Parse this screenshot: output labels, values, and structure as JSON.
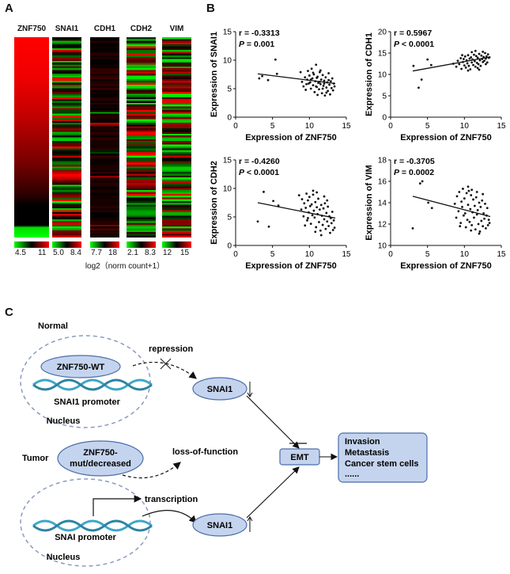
{
  "panels": {
    "a": "A",
    "b": "B",
    "c": "C"
  },
  "heatmap": {
    "columns": [
      {
        "name": "ZNF750",
        "min": "4.5",
        "max": "11"
      },
      {
        "name": "SNAI1",
        "min": "5.0",
        "max": "8.4"
      },
      {
        "name": "CDH1",
        "min": "7.7",
        "max": "18"
      },
      {
        "name": "CDH2",
        "min": "2.1",
        "max": "8.3"
      },
      {
        "name": "VIM",
        "min": "12",
        "max": "15"
      }
    ],
    "colorbar_label": "log2（norm count+1）",
    "colors": {
      "high": "#ff0000",
      "mid": "#000000",
      "low": "#00ff00"
    }
  },
  "chart_data": [
    {
      "type": "scatter",
      "xlabel": "Expression  of ZNF750",
      "ylabel": "Expression of SNAI1",
      "stat_r": "r = -0.3313",
      "stat_p_label": "P",
      "stat_p_value": " = 0.001",
      "xlim": [
        0,
        15
      ],
      "ylim": [
        0,
        15
      ],
      "xticks": [
        0,
        5,
        10,
        15
      ],
      "yticks": [
        0,
        5,
        10,
        15
      ],
      "fit": {
        "x": [
          3,
          13.5
        ],
        "y": [
          7.6,
          5.9
        ]
      },
      "points": [
        [
          3.2,
          6.8
        ],
        [
          3.6,
          7.2
        ],
        [
          4.4,
          6.5
        ],
        [
          5.4,
          10.1
        ],
        [
          5.6,
          7.6
        ],
        [
          8.8,
          7.9
        ],
        [
          9,
          6.2
        ],
        [
          9.2,
          5.4
        ],
        [
          9.4,
          7
        ],
        [
          9.5,
          4.8
        ],
        [
          9.7,
          6.6
        ],
        [
          9.8,
          8.1
        ],
        [
          9.9,
          5.9
        ],
        [
          10,
          7.3
        ],
        [
          10.1,
          6.1
        ],
        [
          10.2,
          5
        ],
        [
          10.3,
          8.5
        ],
        [
          10.4,
          6.8
        ],
        [
          10.5,
          5.6
        ],
        [
          10.6,
          7.5
        ],
        [
          10.7,
          4.4
        ],
        [
          10.8,
          6.3
        ],
        [
          10.9,
          9.2
        ],
        [
          11,
          5.3
        ],
        [
          11.1,
          7.1
        ],
        [
          11.2,
          6
        ],
        [
          11.3,
          4.9
        ],
        [
          11.4,
          7.9
        ],
        [
          11.5,
          5.8
        ],
        [
          11.6,
          6.6
        ],
        [
          11.7,
          4.2
        ],
        [
          11.8,
          7.4
        ],
        [
          11.9,
          5.5
        ],
        [
          12,
          6.4
        ],
        [
          12.1,
          3.8
        ],
        [
          12.2,
          7
        ],
        [
          12.3,
          5.2
        ],
        [
          12.4,
          6.1
        ],
        [
          12.5,
          4.6
        ],
        [
          12.6,
          7.7
        ],
        [
          12.7,
          5.7
        ],
        [
          12.8,
          4
        ],
        [
          12.9,
          6.3
        ],
        [
          13,
          5.1
        ],
        [
          13.1,
          6.8
        ],
        [
          13.2,
          4.7
        ],
        [
          13.3,
          5.9
        ],
        [
          10.5,
          7.8
        ],
        [
          11,
          6.9
        ],
        [
          11.5,
          8.2
        ],
        [
          12,
          5.9
        ],
        [
          9.6,
          5.8
        ],
        [
          10.9,
          5.4
        ],
        [
          11.4,
          6.2
        ],
        [
          12.3,
          4.3
        ],
        [
          10.2,
          6.6
        ],
        [
          11.1,
          3.9
        ],
        [
          11.8,
          5
        ],
        [
          12.6,
          6.5
        ],
        [
          13.4,
          5.4
        ]
      ]
    },
    {
      "type": "scatter",
      "xlabel": "Expression  of ZNF750",
      "ylabel": "Expression of CDH1",
      "stat_r": "r = 0.5967",
      "stat_p_label": "P",
      "stat_p_value": " < 0.0001",
      "xlim": [
        0,
        15
      ],
      "ylim": [
        0,
        20
      ],
      "xticks": [
        0,
        5,
        10,
        15
      ],
      "yticks": [
        0,
        5,
        10,
        15,
        20
      ],
      "fit": {
        "x": [
          3,
          13.5
        ],
        "y": [
          10.8,
          14.1
        ]
      },
      "points": [
        [
          3.1,
          12
        ],
        [
          3.8,
          6.9
        ],
        [
          4.2,
          8.8
        ],
        [
          5,
          13.5
        ],
        [
          5.5,
          12.2
        ],
        [
          8.5,
          12.5
        ],
        [
          8.9,
          11.8
        ],
        [
          9.1,
          13.2
        ],
        [
          9.3,
          12.4
        ],
        [
          9.5,
          13.8
        ],
        [
          9.6,
          11.3
        ],
        [
          9.8,
          12.9
        ],
        [
          9.9,
          13.6
        ],
        [
          10,
          12.1
        ],
        [
          10.1,
          14.2
        ],
        [
          10.2,
          11.6
        ],
        [
          10.3,
          13.3
        ],
        [
          10.4,
          12.6
        ],
        [
          10.5,
          14.5
        ],
        [
          10.6,
          12
        ],
        [
          10.7,
          13.7
        ],
        [
          10.8,
          11.2
        ],
        [
          10.9,
          14
        ],
        [
          11,
          12.8
        ],
        [
          11.1,
          13.5
        ],
        [
          11.2,
          12.2
        ],
        [
          11.3,
          14.6
        ],
        [
          11.4,
          13.1
        ],
        [
          11.5,
          11.8
        ],
        [
          11.6,
          14.3
        ],
        [
          11.7,
          12.7
        ],
        [
          11.8,
          13.9
        ],
        [
          11.9,
          12.4
        ],
        [
          12,
          14.8
        ],
        [
          12.1,
          13.3
        ],
        [
          12.2,
          12
        ],
        [
          12.3,
          14.4
        ],
        [
          12.4,
          13.6
        ],
        [
          12.5,
          12.9
        ],
        [
          12.6,
          14.1
        ],
        [
          12.7,
          13.2
        ],
        [
          12.8,
          15
        ],
        [
          12.9,
          13.7
        ],
        [
          13,
          14.2
        ],
        [
          13.1,
          12.8
        ],
        [
          13.2,
          14.7
        ],
        [
          13.3,
          13.9
        ],
        [
          11,
          15.2
        ],
        [
          11.5,
          15.5
        ],
        [
          12,
          11.1
        ],
        [
          10.5,
          10.9
        ],
        [
          12.5,
          15.3
        ],
        [
          9.7,
          14.5
        ],
        [
          11.8,
          11.5
        ],
        [
          12.9,
          12.4
        ],
        [
          13.4,
          14
        ]
      ]
    },
    {
      "type": "scatter",
      "xlabel": "Expression  of ZNF750",
      "ylabel": "Expression of CDH2",
      "stat_r": "r = -0.4260",
      "stat_p_label": "P",
      "stat_p_value": " < 0.0001",
      "xlim": [
        0,
        15
      ],
      "ylim": [
        0,
        15
      ],
      "xticks": [
        0,
        5,
        10,
        15
      ],
      "yticks": [
        0,
        5,
        10,
        15
      ],
      "fit": {
        "x": [
          3,
          13.5
        ],
        "y": [
          7.5,
          4.8
        ]
      },
      "points": [
        [
          3,
          4.2
        ],
        [
          3.8,
          9.4
        ],
        [
          4.5,
          3.3
        ],
        [
          5.1,
          7.8
        ],
        [
          5.8,
          7
        ],
        [
          8.6,
          8.8
        ],
        [
          8.9,
          6.3
        ],
        [
          9,
          8.1
        ],
        [
          9.2,
          5.1
        ],
        [
          9.3,
          7.4
        ],
        [
          9.5,
          6.6
        ],
        [
          9.6,
          9.1
        ],
        [
          9.7,
          4.4
        ],
        [
          9.8,
          7.9
        ],
        [
          9.9,
          5.8
        ],
        [
          10,
          8.5
        ],
        [
          10.1,
          6.9
        ],
        [
          10.2,
          3.8
        ],
        [
          10.3,
          7.2
        ],
        [
          10.4,
          5.3
        ],
        [
          10.5,
          8.9
        ],
        [
          10.6,
          6.1
        ],
        [
          10.7,
          4.9
        ],
        [
          10.8,
          7.6
        ],
        [
          10.9,
          3.2
        ],
        [
          11,
          6.7
        ],
        [
          11.1,
          5.5
        ],
        [
          11.2,
          8.2
        ],
        [
          11.3,
          4.1
        ],
        [
          11.4,
          6.3
        ],
        [
          11.5,
          2.6
        ],
        [
          11.6,
          7.1
        ],
        [
          11.7,
          5.2
        ],
        [
          11.8,
          3.6
        ],
        [
          11.9,
          6.5
        ],
        [
          12,
          4.6
        ],
        [
          12.1,
          7.4
        ],
        [
          12.2,
          2.9
        ],
        [
          12.3,
          5.7
        ],
        [
          12.4,
          4.2
        ],
        [
          12.5,
          6.8
        ],
        [
          12.6,
          3.4
        ],
        [
          12.7,
          5.1
        ],
        [
          12.8,
          2.2
        ],
        [
          12.9,
          4.8
        ],
        [
          13,
          3.9
        ],
        [
          13.1,
          5.9
        ],
        [
          13.2,
          2.7
        ],
        [
          13.3,
          4.4
        ],
        [
          10.5,
          9.6
        ],
        [
          11,
          9.3
        ],
        [
          9.4,
          3.5
        ],
        [
          12,
          8.6
        ],
        [
          10.8,
          2.4
        ],
        [
          11.6,
          1.8
        ],
        [
          12.4,
          7.9
        ],
        [
          13.4,
          3.1
        ],
        [
          9.8,
          4.8
        ]
      ]
    },
    {
      "type": "scatter",
      "xlabel": "Expression  of ZNF750",
      "ylabel": "Expression of VIM",
      "stat_r": "r = -0.3705",
      "stat_p_label": "P",
      "stat_p_value": " = 0.0002",
      "xlim": [
        0,
        15
      ],
      "ylim": [
        10,
        18
      ],
      "xticks": [
        0,
        5,
        10,
        15
      ],
      "yticks": [
        10,
        12,
        14,
        16,
        18
      ],
      "fit": {
        "x": [
          3,
          13.5
        ],
        "y": [
          14.6,
          12.7
        ]
      },
      "points": [
        [
          3,
          11.6
        ],
        [
          4,
          15.8
        ],
        [
          4.3,
          16
        ],
        [
          5.1,
          14
        ],
        [
          5.6,
          13.5
        ],
        [
          8.7,
          13.9
        ],
        [
          8.9,
          12.6
        ],
        [
          9,
          14.6
        ],
        [
          9.2,
          13.2
        ],
        [
          9.3,
          15
        ],
        [
          9.5,
          12.1
        ],
        [
          9.6,
          14.1
        ],
        [
          9.7,
          13.6
        ],
        [
          9.8,
          15.3
        ],
        [
          9.9,
          12.8
        ],
        [
          10,
          14.4
        ],
        [
          10.1,
          13
        ],
        [
          10.2,
          11.7
        ],
        [
          10.3,
          14.9
        ],
        [
          10.4,
          12.4
        ],
        [
          10.5,
          13.8
        ],
        [
          10.6,
          15.1
        ],
        [
          10.7,
          12.2
        ],
        [
          10.8,
          13.4
        ],
        [
          10.9,
          14.7
        ],
        [
          11,
          11.9
        ],
        [
          11.1,
          13.1
        ],
        [
          11.2,
          14.3
        ],
        [
          11.3,
          12.6
        ],
        [
          11.4,
          13.7
        ],
        [
          11.5,
          11.5
        ],
        [
          11.6,
          14.5
        ],
        [
          11.7,
          12.9
        ],
        [
          11.8,
          13.3
        ],
        [
          11.9,
          12
        ],
        [
          12,
          14
        ],
        [
          12.1,
          11.3
        ],
        [
          12.2,
          13.6
        ],
        [
          12.3,
          12.3
        ],
        [
          12.4,
          14.2
        ],
        [
          12.5,
          11.8
        ],
        [
          12.6,
          13
        ],
        [
          12.7,
          12.5
        ],
        [
          12.8,
          13.9
        ],
        [
          12.9,
          11.6
        ],
        [
          13,
          12.8
        ],
        [
          13.1,
          13.5
        ],
        [
          13.2,
          11.9
        ],
        [
          13.3,
          12.4
        ],
        [
          10.5,
          15.5
        ],
        [
          11,
          15.2
        ],
        [
          12,
          11.1
        ],
        [
          9.4,
          11.8
        ],
        [
          10.9,
          11.4
        ],
        [
          12.5,
          14.8
        ],
        [
          13.4,
          12.1
        ],
        [
          11.7,
          15
        ]
      ]
    }
  ],
  "diagram": {
    "normal_label": "Normal",
    "tumor_label": "Tumor",
    "znf750_wt": "ZNF750-WT",
    "snai1_promoter": "SNAI1 promoter",
    "nucleus_top": "Nucleus",
    "repression": "repression",
    "snai1_top": "SNAI1",
    "znf750_mut_line1": "ZNF750-",
    "znf750_mut_line2": "mut/decreased",
    "loss_of_function": "loss-of-function",
    "emt": "EMT",
    "outcome_lines": [
      "Invasion",
      "Metastasis",
      "Cancer stem cells",
      "......"
    ],
    "transcription": "transcription",
    "snai_promoter": "SNAI promoter",
    "nucleus_bottom": "Nucleus",
    "snai1_bottom": "SNAI1",
    "colors": {
      "node_fill": "#c5d4ee",
      "node_stroke": "#4a6ea9",
      "nucleus_stroke": "#8a9bc0",
      "dna": "#3fa6c8"
    }
  }
}
